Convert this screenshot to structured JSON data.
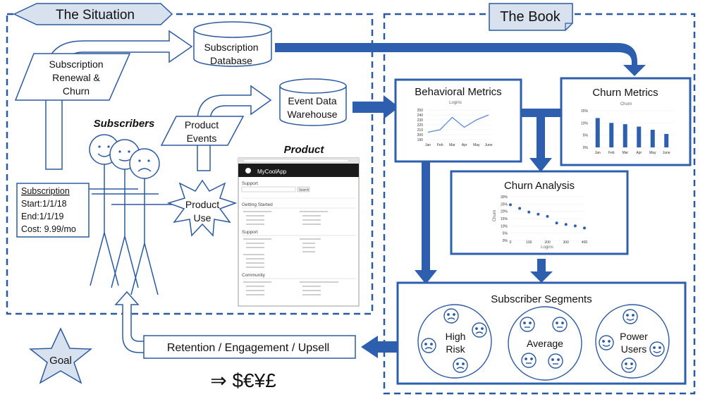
{
  "situation": {
    "title": "The Situation",
    "renewal_line1": "Subscription",
    "renewal_line2": "Renewal &",
    "renewal_line3": "Churn",
    "db_line1": "Subscription",
    "db_line2": "Database",
    "events_line1": "Product",
    "events_line2": "Events",
    "warehouse_line1": "Event Data",
    "warehouse_line2": "Warehouse",
    "subscribers": "Subscribers",
    "product_label": "Product",
    "product_use_line1": "Product",
    "product_use_line2": "Use",
    "subscription_box": {
      "heading": "Subscription",
      "start": "Start:1/1/18",
      "end": "End:1/1/19",
      "cost": "Cost: 9.99/mo"
    },
    "app": {
      "name": "MyCoolApp",
      "section_support": "Support",
      "search_button": "Search",
      "getting_started": "Getting Started",
      "support": "Support",
      "community": "Community"
    }
  },
  "book": {
    "title": "The Book",
    "behavioral_metrics": "Behavioral Metrics",
    "churn_metrics": "Churn Metrics",
    "churn_analysis": "Churn Analysis",
    "subscriber_segments": "Subscriber Segments",
    "seg_high_line1": "High",
    "seg_high_line2": "Risk",
    "seg_average": "Average",
    "seg_power_line1": "Power",
    "seg_power_line2": "Users"
  },
  "goal": {
    "label": "Goal",
    "retention": "Retention / Engagement / Upsell",
    "money": "⇒ $€¥£"
  },
  "chart_data": [
    {
      "type": "line",
      "title": "Logins",
      "categories": [
        "Jan",
        "Feb",
        "Mar",
        "Apr",
        "May",
        "June"
      ],
      "values": [
        205,
        210,
        235,
        215,
        230,
        240
      ],
      "yticks": [
        "250",
        "240",
        "230",
        "220",
        "210",
        "200",
        "190"
      ],
      "ylim": [
        190,
        250
      ]
    },
    {
      "type": "bar",
      "title": "Churn",
      "categories": [
        "Jan",
        "Feb",
        "Mar",
        "Apr",
        "May",
        "June"
      ],
      "values": [
        12,
        10,
        9.5,
        8.5,
        7.2,
        5.5
      ],
      "yticks": [
        "15%",
        "10%",
        "5%",
        "0%"
      ],
      "ylim": [
        0,
        15
      ]
    },
    {
      "type": "scatter",
      "ylabel": "Churn",
      "xlabel": "Logins",
      "x": [
        0,
        50,
        100,
        150,
        200,
        250,
        300,
        350,
        400
      ],
      "y": [
        24.5,
        22,
        19.5,
        18,
        16.5,
        12,
        11,
        10,
        8.5
      ],
      "xticks": [
        "0",
        "100",
        "200",
        "300",
        "400"
      ],
      "yticks": [
        "30%",
        "25%",
        "20%",
        "15%",
        "10%",
        "5%",
        "0%"
      ],
      "xlim": [
        0,
        400
      ],
      "ylim": [
        0,
        30
      ]
    }
  ]
}
